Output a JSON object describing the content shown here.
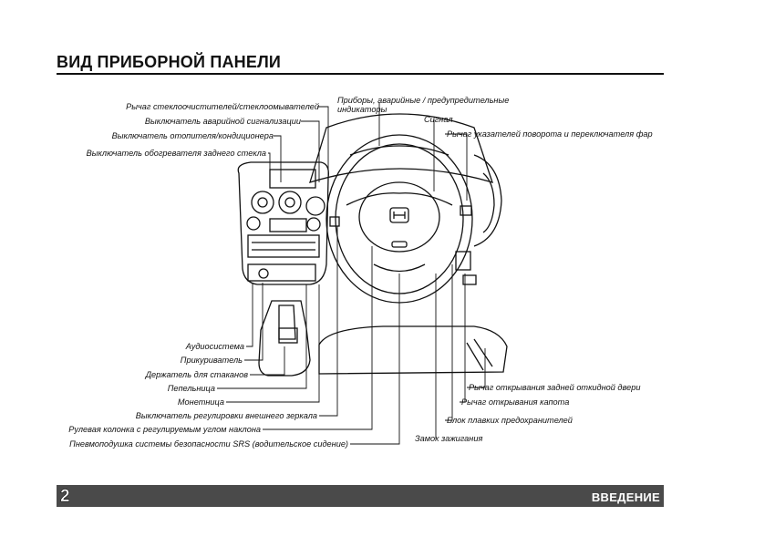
{
  "page": {
    "title": "ВИД ПРИБОРНОЙ ПАНЕЛИ",
    "page_number": "2",
    "section": "ВВЕДЕНИЕ"
  },
  "labels": {
    "wiper_lever": "Рычаг стеклоочистителей/стеклоомывателей",
    "hazard_switch": "Выключатель аварийной сигнализации",
    "heater_switch": "Выключатель отопителя/кондиционера",
    "rear_defrost": "Выключатель обогревателя заднего стекла",
    "gauges_l1": "Приборы, аварийные / предупредительные",
    "gauges_l2": "индикаторы",
    "horn": "Сигнал",
    "turn_lever": "Рычаг указателей поворота и переключателя фар",
    "audio": "Аудиосистема",
    "lighter": "Прикуриватель",
    "cup_holder": "Держатель для стаканов",
    "ashtray": "Пепельница",
    "coin_box": "Монетница",
    "mirror_switch": "Выключатель регулировки внешнего зеркала",
    "tilt_column": "Рулевая колонка с регулируемым углом наклона",
    "airbag": "Пневмоподушка системы безопасности SRS (водительское сидение)",
    "tailgate_lever": "Рычаг открывания задней откидной двери",
    "hood_lever": "Рычаг открывания капота",
    "fuse_box": "Блок плавких предохранителей",
    "ignition": "Замок зажигания"
  }
}
